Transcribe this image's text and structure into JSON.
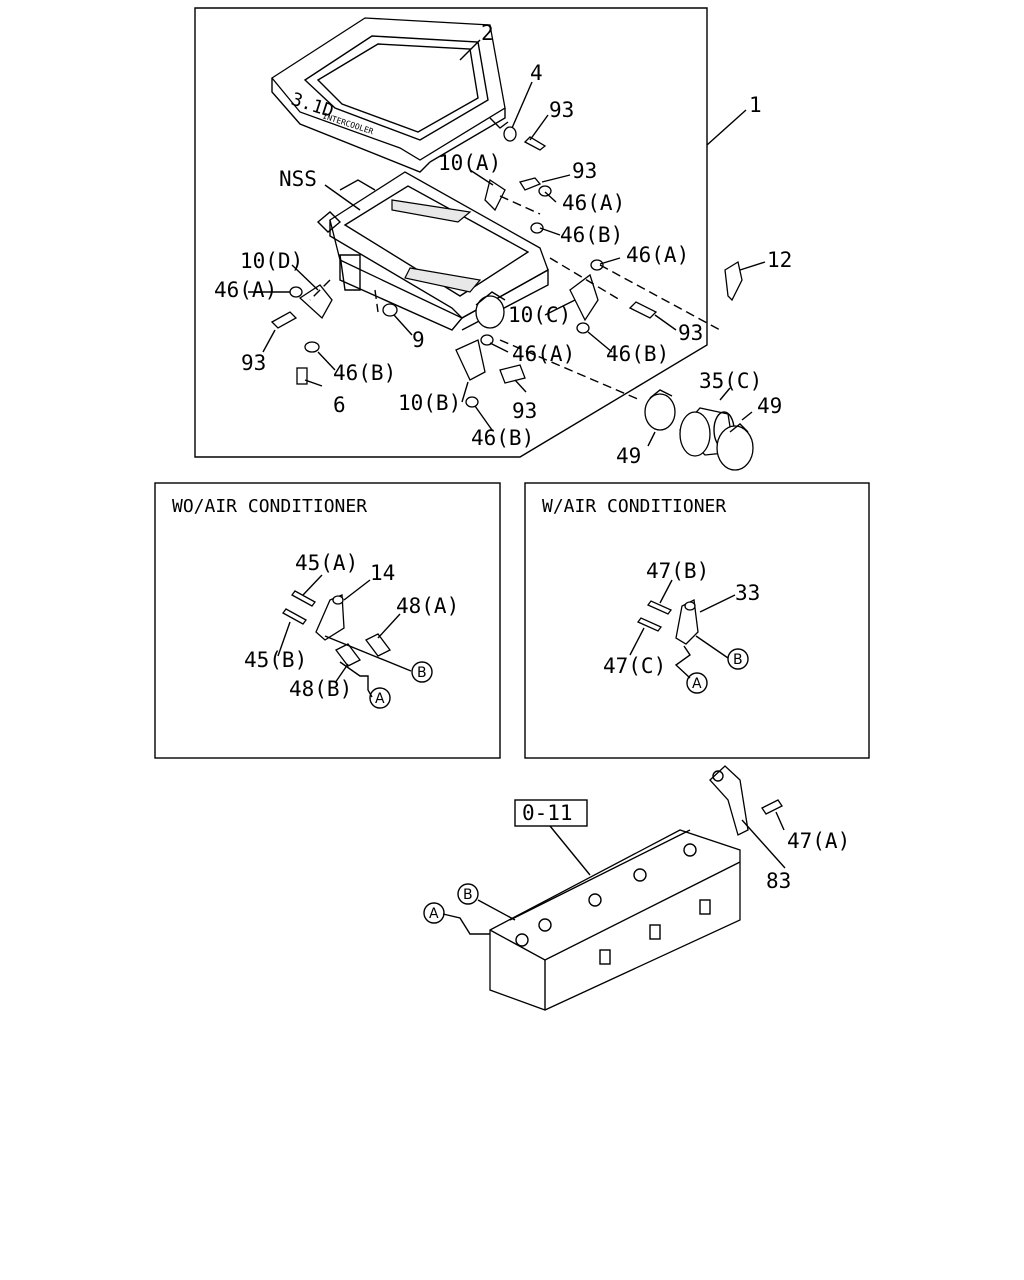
{
  "main_group": {
    "callouts": [
      "1",
      "2",
      "4",
      "93",
      "10(A)",
      "93",
      "NSS",
      "46(A)",
      "46(B)",
      "46(A)",
      "12",
      "10(D)",
      "46(A)",
      "10(C)",
      "93",
      "9",
      "93",
      "46(B)",
      "46(A)",
      "46(B)",
      "6",
      "35(C)",
      "49",
      "10(B)",
      "93",
      "46(B)",
      "49"
    ],
    "engraving": "3.1D",
    "engraving_small": "INTERCOOLER"
  },
  "wo_ac": {
    "title": "WO/AIR CONDITIONER",
    "callouts": [
      "45(A)",
      "14",
      "48(A)",
      "45(B)",
      "48(B)"
    ],
    "markers": [
      "B",
      "A"
    ]
  },
  "w_ac": {
    "title": "W/AIR CONDITIONER",
    "callouts": [
      "47(B)",
      "33",
      "47(C)"
    ],
    "markers": [
      "B",
      "A"
    ]
  },
  "engine": {
    "ref_box": "0-11",
    "callouts": [
      "47(A)",
      "83"
    ],
    "markers": [
      "B",
      "A"
    ]
  }
}
